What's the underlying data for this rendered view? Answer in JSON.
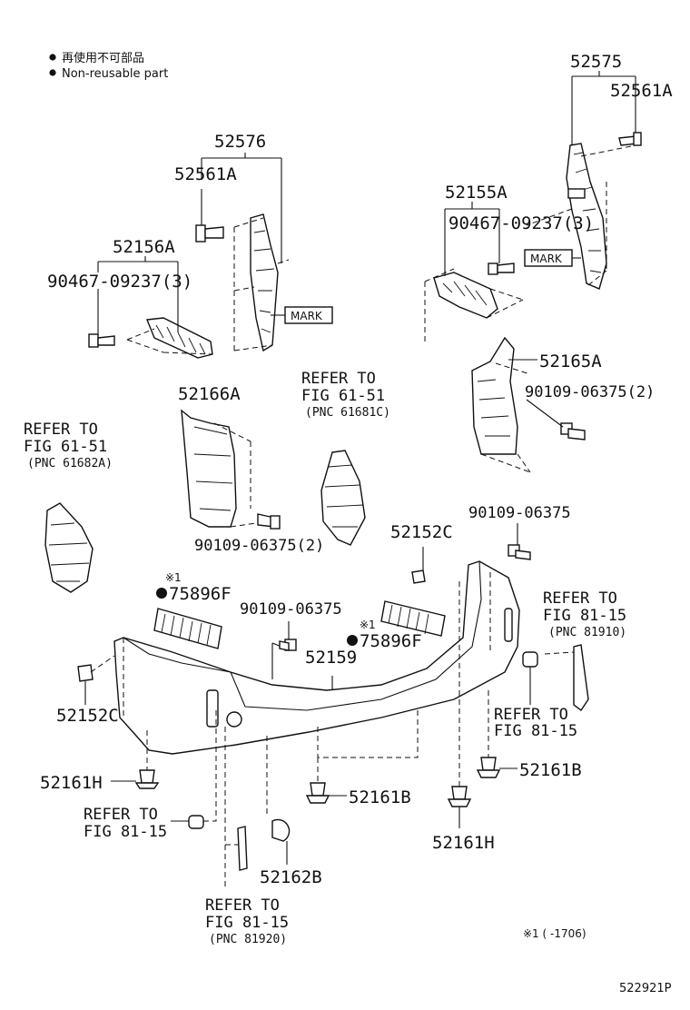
{
  "legend": {
    "non_reusable_jp": "再使用不可部品",
    "non_reusable_en": "Non-reusable part"
  },
  "labels": {
    "p52575": "52575",
    "p52561A_right": "52561A",
    "p52576": "52576",
    "p52561A_left": "52561A",
    "p52155A": "52155A",
    "p90467_right": "90467-09237(3)",
    "p52156A": "52156A",
    "p90467_left": "90467-09237(3)",
    "mark_left": "MARK",
    "mark_right": "MARK",
    "p52165A": "52165A",
    "p90109_2_right": "90109-06375(2)",
    "p52166A": "52166A",
    "p90109_2_center": "90109-06375(2)",
    "p90109_right": "90109-06375",
    "p52152C_center": "52152C",
    "p75896F_left": "75896F",
    "p75896F_right": "75896F",
    "note_mark_left": "※1",
    "note_mark_right": "※1",
    "p90109_center": "90109-06375",
    "p52159": "52159",
    "p52152C_left": "52152C",
    "p52161H_left": "52161H",
    "p52161B_center": "52161B",
    "p52161B_right": "52161B",
    "p52161H_bottom": "52161H",
    "p52162B": "52162B"
  },
  "refs": {
    "r1_l1": "REFER TO",
    "r1_l2": "FIG 61-51",
    "r1_l3": "(PNC 61681C)",
    "r2_l1": "REFER TO",
    "r2_l2": "FIG 61-51",
    "r2_l3": "(PNC 61682A)",
    "r3_l1": "REFER TO",
    "r3_l2": "FIG 81-15",
    "r3_l3": "(PNC 81910)",
    "r4_l1": "REFER TO",
    "r4_l2": "FIG 81-15",
    "r5_l1": "REFER TO",
    "r5_l2": "FIG 81-15",
    "r6_l1": "REFER TO",
    "r6_l2": "FIG 81-15",
    "r6_l3": "(PNC 81920)"
  },
  "footnote": "※1 (        -1706)",
  "diagram_code": "522921P"
}
